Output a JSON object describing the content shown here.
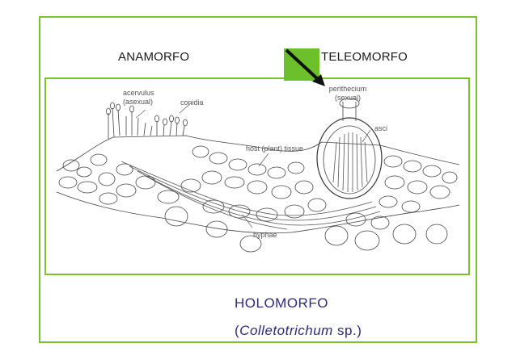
{
  "labels": {
    "anamorfo": "ANAMORFO",
    "teleomorfo": "TELEOMORFO",
    "holomorfo": "HOLOMORFO",
    "species_open": "(",
    "species_genus": "Colletotrichum",
    "species_close": " sp.)"
  },
  "figure": {
    "acervulus": "acervulus",
    "acervulus_sub": "(asexual)",
    "conidia": "conidia",
    "perithecium": "perithecium",
    "perithecium_sub": "(sexual)",
    "asci": "asci",
    "host_tissue": "host (plant) tissue",
    "hyphae": "hyphae"
  },
  "colors": {
    "frame": "#7cc12a",
    "accent_box": "#6cc02c",
    "title_text": "#2d2c7a"
  }
}
